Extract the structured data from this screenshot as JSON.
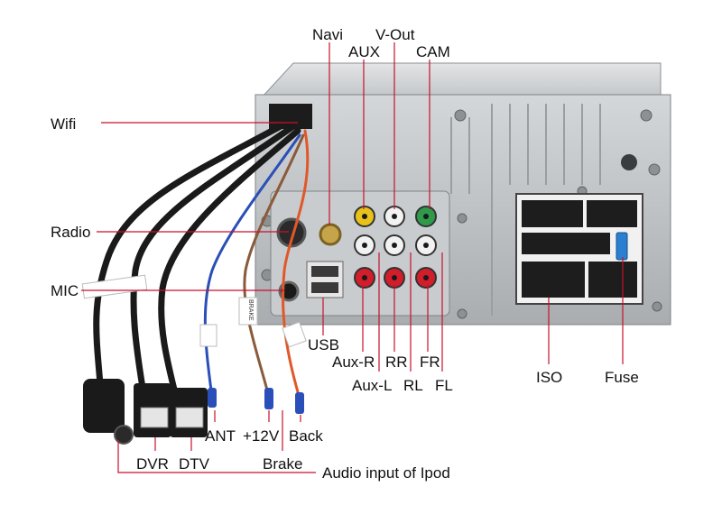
{
  "labels": {
    "navi": "Navi",
    "aux": "AUX",
    "v_out": "V-Out",
    "cam": "CAM",
    "wifi": "Wifi",
    "radio": "Radio",
    "mic": "MIC",
    "usb": "USB",
    "aux_r": "Aux-R",
    "rr": "RR",
    "fr": "FR",
    "aux_l": "Aux-L",
    "rl": "RL",
    "fl": "FL",
    "iso": "ISO",
    "fuse": "Fuse",
    "ant": "ANT",
    "plus12v": "+12V",
    "back": "Back",
    "brake": "Brake",
    "dvr": "DVR",
    "dtv": "DTV",
    "audio_input_ipod": "Audio input of Ipod"
  },
  "wire_tags": {
    "brake_tag": "BRAKE"
  },
  "colors": {
    "callout_line": "#c8102e",
    "chassis": "#b9bcbf",
    "cable_black": "#1a1a1a",
    "cable_blue": "#2a4fb8",
    "cable_brown": "#8a5a3a",
    "cable_orange": "#e0582a",
    "rca_yellow": "#e8c21a",
    "rca_white": "#f2f2f2",
    "rca_green": "#2f9a4a",
    "rca_red": "#d21d2a",
    "fuse_blue": "#2a7fd0"
  }
}
